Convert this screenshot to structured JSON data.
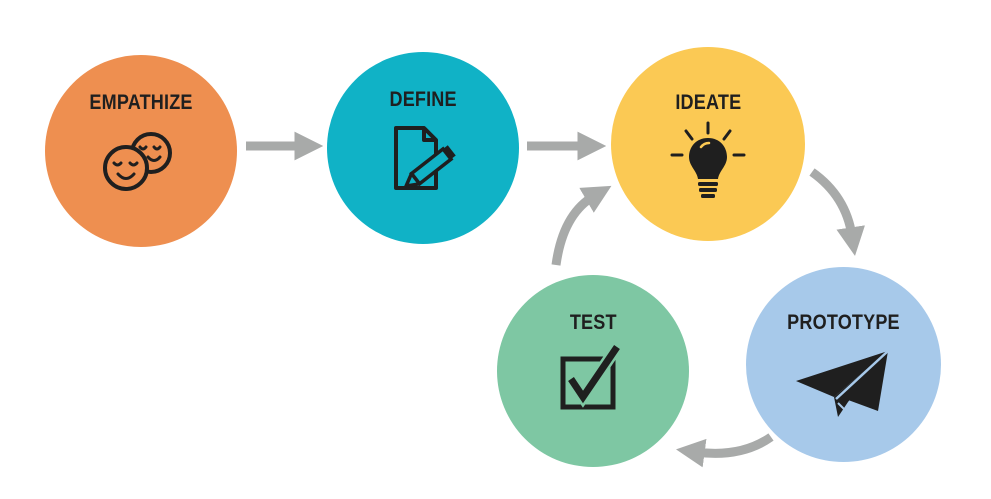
{
  "colors": {
    "arrow": "#a8aaa9",
    "empathize": "#ee8f50",
    "define": "#10b2c6",
    "ideate": "#fbc954",
    "prototype": "#a7c9ea",
    "test": "#7ec7a3",
    "ink": "#1f1f1f"
  },
  "stages": [
    {
      "id": "empathize",
      "label": "EMPATHIZE",
      "icon": "smiling-faces-icon"
    },
    {
      "id": "define",
      "label": "DEFINE",
      "icon": "document-pencil-icon"
    },
    {
      "id": "ideate",
      "label": "IDEATE",
      "icon": "lightbulb-icon"
    },
    {
      "id": "prototype",
      "label": "PROTOTYPE",
      "icon": "paper-plane-icon"
    },
    {
      "id": "test",
      "label": "TEST",
      "icon": "checkbox-icon"
    }
  ],
  "connections": [
    {
      "from": "empathize",
      "to": "define"
    },
    {
      "from": "define",
      "to": "ideate"
    },
    {
      "from": "ideate",
      "to": "prototype"
    },
    {
      "from": "prototype",
      "to": "test"
    },
    {
      "from": "test",
      "to": "ideate"
    }
  ]
}
